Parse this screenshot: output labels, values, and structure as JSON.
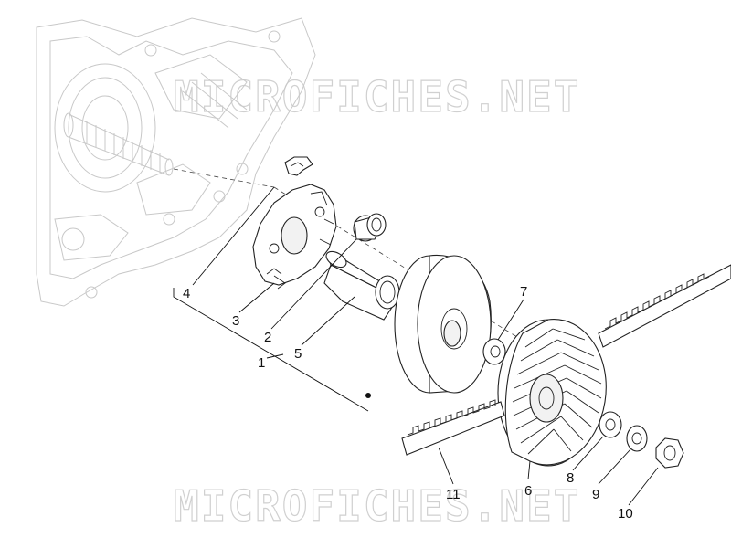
{
  "watermark": {
    "text_top": "MICROFICHES.NET",
    "text_bottom": "MICROFICHES.NET"
  },
  "parts": [
    {
      "number": "1"
    },
    {
      "number": "2"
    },
    {
      "number": "3"
    },
    {
      "number": "4"
    },
    {
      "number": "5"
    },
    {
      "number": "6"
    },
    {
      "number": "7"
    },
    {
      "number": "8"
    },
    {
      "number": "9"
    },
    {
      "number": "10"
    },
    {
      "number": "11"
    }
  ],
  "colors": {
    "line": "#222222",
    "ghost": "#c8c8c8",
    "watermark": "#d0d0d0"
  }
}
